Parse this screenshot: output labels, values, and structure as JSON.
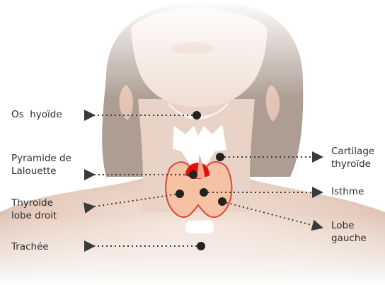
{
  "diagram": {
    "labels": {
      "os_hyoide": "Os  hyoïde",
      "pyramide": "Pyramide de\nLalouette",
      "thyroide_droit": "Thyroide\nlobe droit",
      "trachee": "Trachée",
      "cartilage": "Cartilage\nthyroïde",
      "isthme": "Isthme",
      "lobe_gauche": "Lobe\ngauche"
    },
    "colors": {
      "thyroid_fill": "#f6c2a4",
      "thyroid_stroke": "#e0453a",
      "pyramid_red": "#e20f0f",
      "marker": "#222222",
      "skin": "#e8d0c2",
      "hair": "#ad9d93"
    }
  }
}
